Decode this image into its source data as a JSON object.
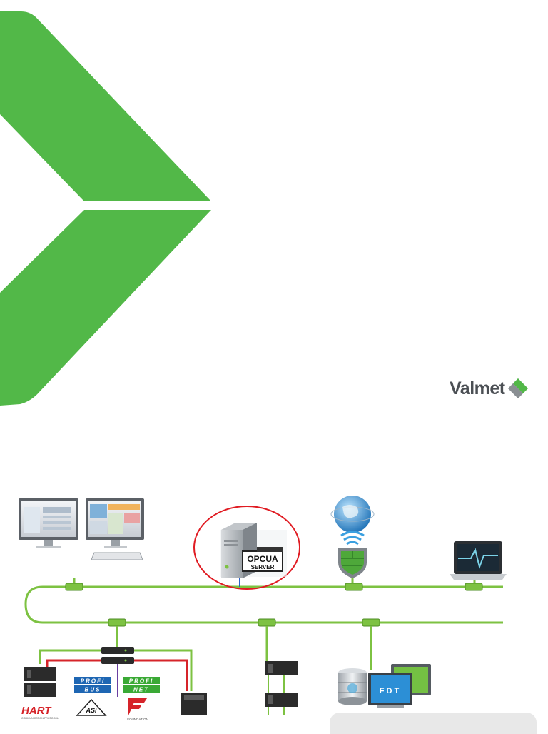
{
  "brand": {
    "name": "Valmet",
    "color": "#52b848"
  },
  "labels": {
    "opcua": "OPCUA",
    "server": "SERVER",
    "hart": "HART",
    "hart_sub": "COMMUNICATION PROTOCOL",
    "profibus_1": "PROFI",
    "profibus_2": "BUS",
    "profinet_1": "PROFI",
    "profinet_2": "NET",
    "asi": "ASi",
    "foundation": "FOUNDATION",
    "fdt": "FDT"
  },
  "colors": {
    "network": "#7dc242",
    "highlight": "#e01b22",
    "red_line": "#d6242a",
    "purple_line": "#6a3fa0",
    "blue_logo": "#1e66b3",
    "green_logo": "#3aa935",
    "device": "#2b2b2b"
  },
  "icons": [
    "workstation-icon",
    "server-icon",
    "globe-icon",
    "firewall-icon",
    "laptop-icon",
    "switch-icon",
    "io-module-icon",
    "database-icon",
    "monitor-icon"
  ]
}
